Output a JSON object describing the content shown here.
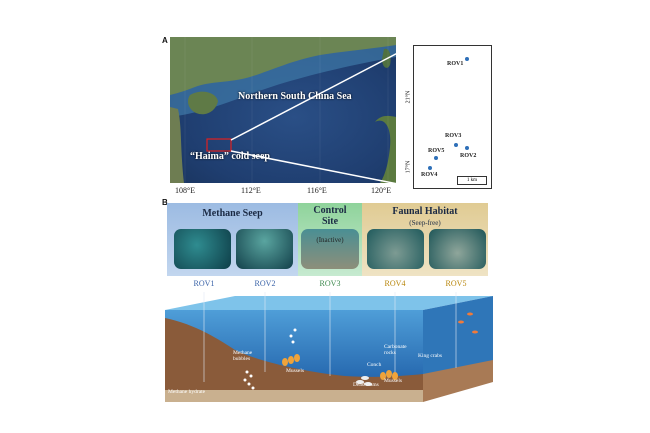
{
  "panel_a": {
    "letter": "A",
    "map_labels": {
      "sea": "Northern South China Sea",
      "seep": "“Haima” cold seep"
    },
    "lon_ticks": [
      "108°E",
      "112°E",
      "116°E",
      "120°E"
    ],
    "inset": {
      "lat_ticks": [
        "21°N",
        "17°N"
      ],
      "scale": "1 km",
      "points": [
        {
          "label": "ROV1"
        },
        {
          "label": "ROV3"
        },
        {
          "label": "ROV2"
        },
        {
          "label": "ROV5"
        },
        {
          "label": "ROV4"
        }
      ]
    }
  },
  "panel_b": {
    "letter": "B",
    "sections": [
      {
        "title": "Methane Seep",
        "subtitle": ""
      },
      {
        "title": "Control Site",
        "subtitle": "(Inactive)"
      },
      {
        "title": "Faunal Habitat",
        "subtitle": "(Seep-free)"
      }
    ],
    "rov_labels": [
      "ROV1",
      "ROV2",
      "ROV3",
      "ROV4",
      "ROV5"
    ],
    "seabed_labels": {
      "methane_bubbles": "Methane bubbles",
      "mussels_left": "Mussels",
      "methane_hydrate": "Methane hydrate",
      "carbonate_rocks": "Carbonate rocks",
      "king_crabs": "King crabs",
      "conch": "Conch",
      "dead_clams": "Dead clams",
      "mussels_right": "Mussels"
    }
  },
  "colors": {
    "methane_band": "#a9c4e6",
    "control_band": "#9fd8a8",
    "faunal_band": "#e5d3a1",
    "rov_seep": "#3a63a8",
    "rov_control": "#3e8a4e",
    "rov_faunal": "#b8860b",
    "point": "#2e6fb8"
  }
}
